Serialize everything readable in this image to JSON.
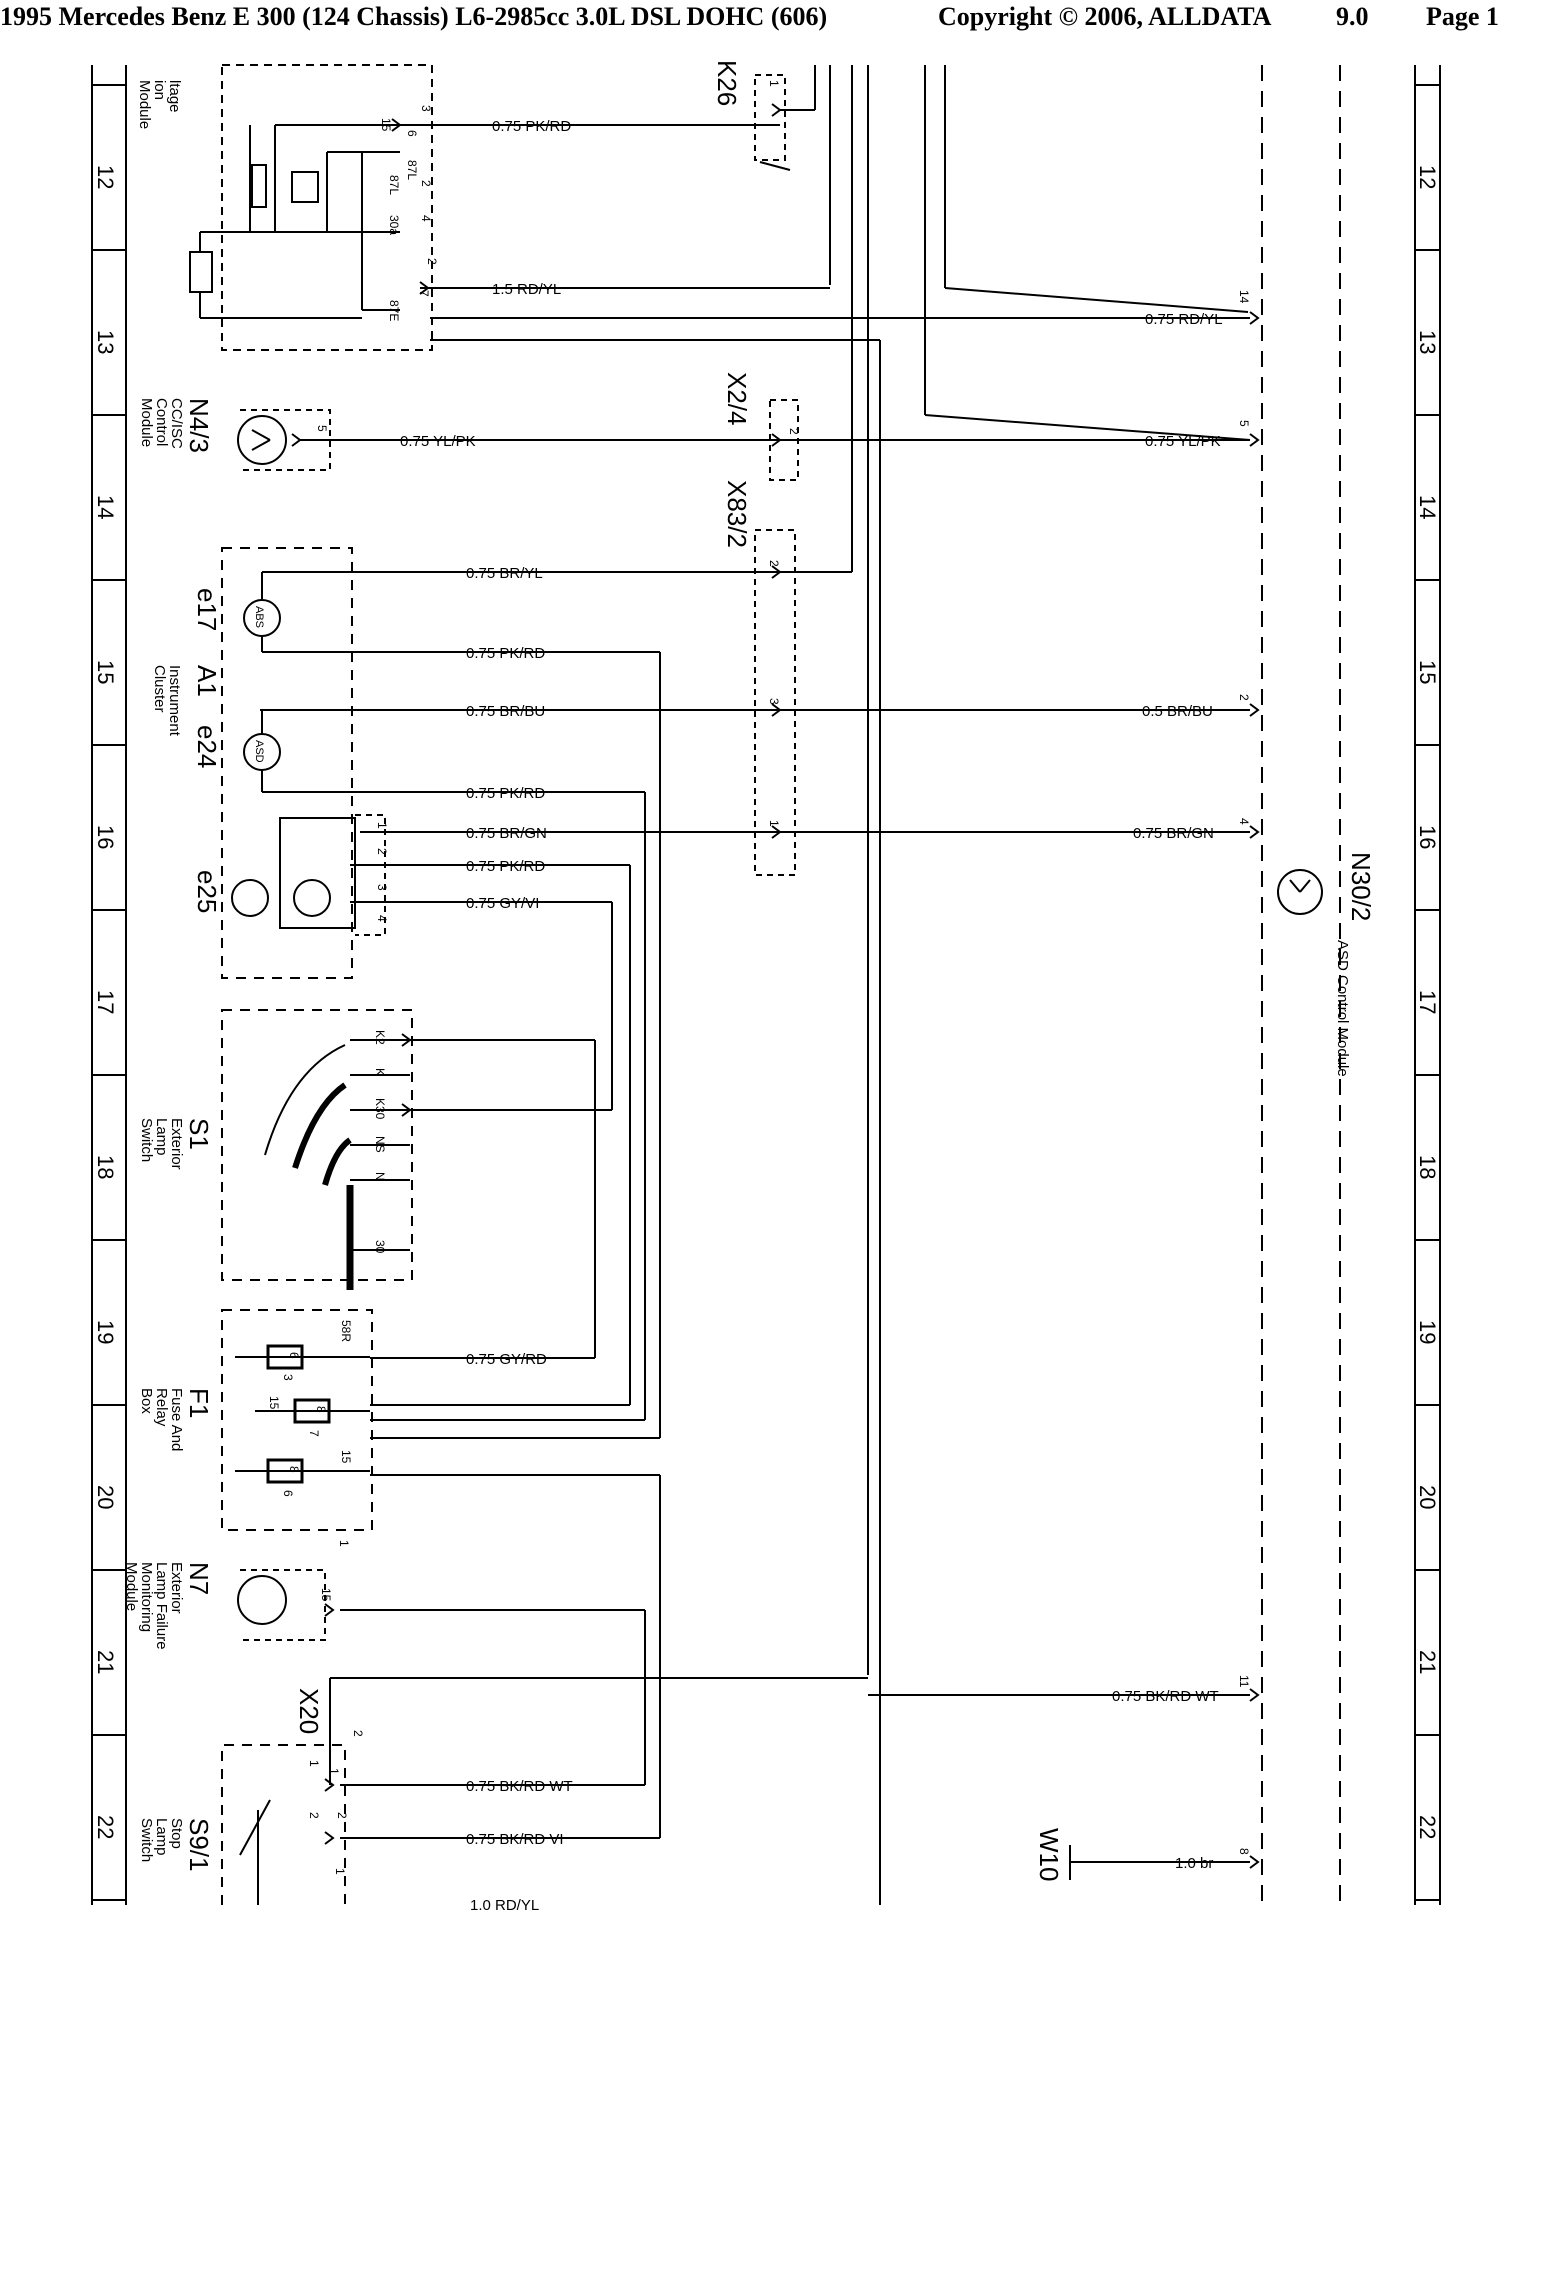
{
  "header": {
    "vehicle": "1995 Mercedes Benz E 300 (124 Chassis) L6-2985cc 3.0L DSL DOHC (606)",
    "copyright": "Copyright © 2006, ALLDATA",
    "version": "9.0",
    "page": "Page 1"
  },
  "grid_numbers": [
    "12",
    "13",
    "14",
    "15",
    "16",
    "17",
    "18",
    "19",
    "20",
    "21",
    "22"
  ],
  "components": {
    "k26": {
      "id": "K26",
      "desc": [
        "ltage",
        "ion",
        "Module"
      ],
      "pins": [
        "3",
        "6",
        "15",
        "87L",
        "2",
        "87L",
        "4",
        "30a",
        "2",
        "7",
        "87E",
        "1"
      ]
    },
    "n4_3": {
      "id": "N4/3",
      "desc": [
        "CC/ISC",
        "Control",
        "Module"
      ],
      "pins": [
        "5"
      ]
    },
    "x2_4": {
      "id": "X2/4",
      "pins": [
        "2"
      ]
    },
    "x83_2": {
      "id": "X83/2",
      "pins": [
        "2",
        "3",
        "1"
      ]
    },
    "e17": {
      "id": "e17",
      "symbol": "ABS"
    },
    "a1": {
      "id": "A1",
      "desc": [
        "Instrument",
        "Cluster"
      ]
    },
    "e24": {
      "id": "e24",
      "symbol": "ASD"
    },
    "e25": {
      "id": "e25",
      "pins": [
        "1",
        "2",
        "3",
        "4"
      ]
    },
    "s1": {
      "id": "S1",
      "desc": [
        "Exterior",
        "Lamp",
        "Switch"
      ],
      "pins": [
        "K2",
        "K",
        "K30",
        "NS",
        "N",
        "30"
      ]
    },
    "f1": {
      "id": "F1",
      "desc": [
        "Fuse And",
        "Relay",
        "Box"
      ],
      "pins": [
        "58R",
        "3",
        "15",
        "7",
        "15",
        "6"
      ],
      "fuses": [
        "6",
        "8",
        "8"
      ]
    },
    "n7": {
      "id": "N7",
      "desc": [
        "Exterior",
        "Lamp Failure",
        "Monitoring",
        "Module"
      ],
      "pins": [
        "15",
        "1"
      ]
    },
    "x20": {
      "id": "X20",
      "pins": [
        "1",
        "2",
        "1",
        "2",
        "2",
        "1"
      ]
    },
    "s9_1": {
      "id": "S9/1",
      "desc": [
        "Stop",
        "Lamp",
        "Switch"
      ]
    },
    "w10": {
      "id": "W10"
    },
    "n30_2": {
      "id": "N30/2",
      "desc": [
        "ASD Control Module"
      ],
      "pins": [
        "14",
        "5",
        "2",
        "4",
        "11",
        "8"
      ]
    }
  },
  "wires": [
    {
      "label": "0.75 PK/RD"
    },
    {
      "label": "1.5 RD/YL"
    },
    {
      "label": "0.75 RD/YL"
    },
    {
      "label": "0.75 YL/PK"
    },
    {
      "label": "0.75 YL/PK"
    },
    {
      "label": "0.75 BR/YL"
    },
    {
      "label": "0.75 PK/RD"
    },
    {
      "label": "0.75 BR/BU"
    },
    {
      "label": "0.5 BR/BU"
    },
    {
      "label": "0.75 PK/RD"
    },
    {
      "label": "0.75 BR/GN"
    },
    {
      "label": "0.75 BR/GN"
    },
    {
      "label": "0.75 PK/RD"
    },
    {
      "label": "0.75 GY/VI"
    },
    {
      "label": "0.75 GY/RD"
    },
    {
      "label": "0.75 BK/RD WT"
    },
    {
      "label": "0.75 BK/RD WT"
    },
    {
      "label": "0.75 BK/RD VI"
    },
    {
      "label": "1.0 br"
    },
    {
      "label": "1.0 RD/YL"
    }
  ]
}
